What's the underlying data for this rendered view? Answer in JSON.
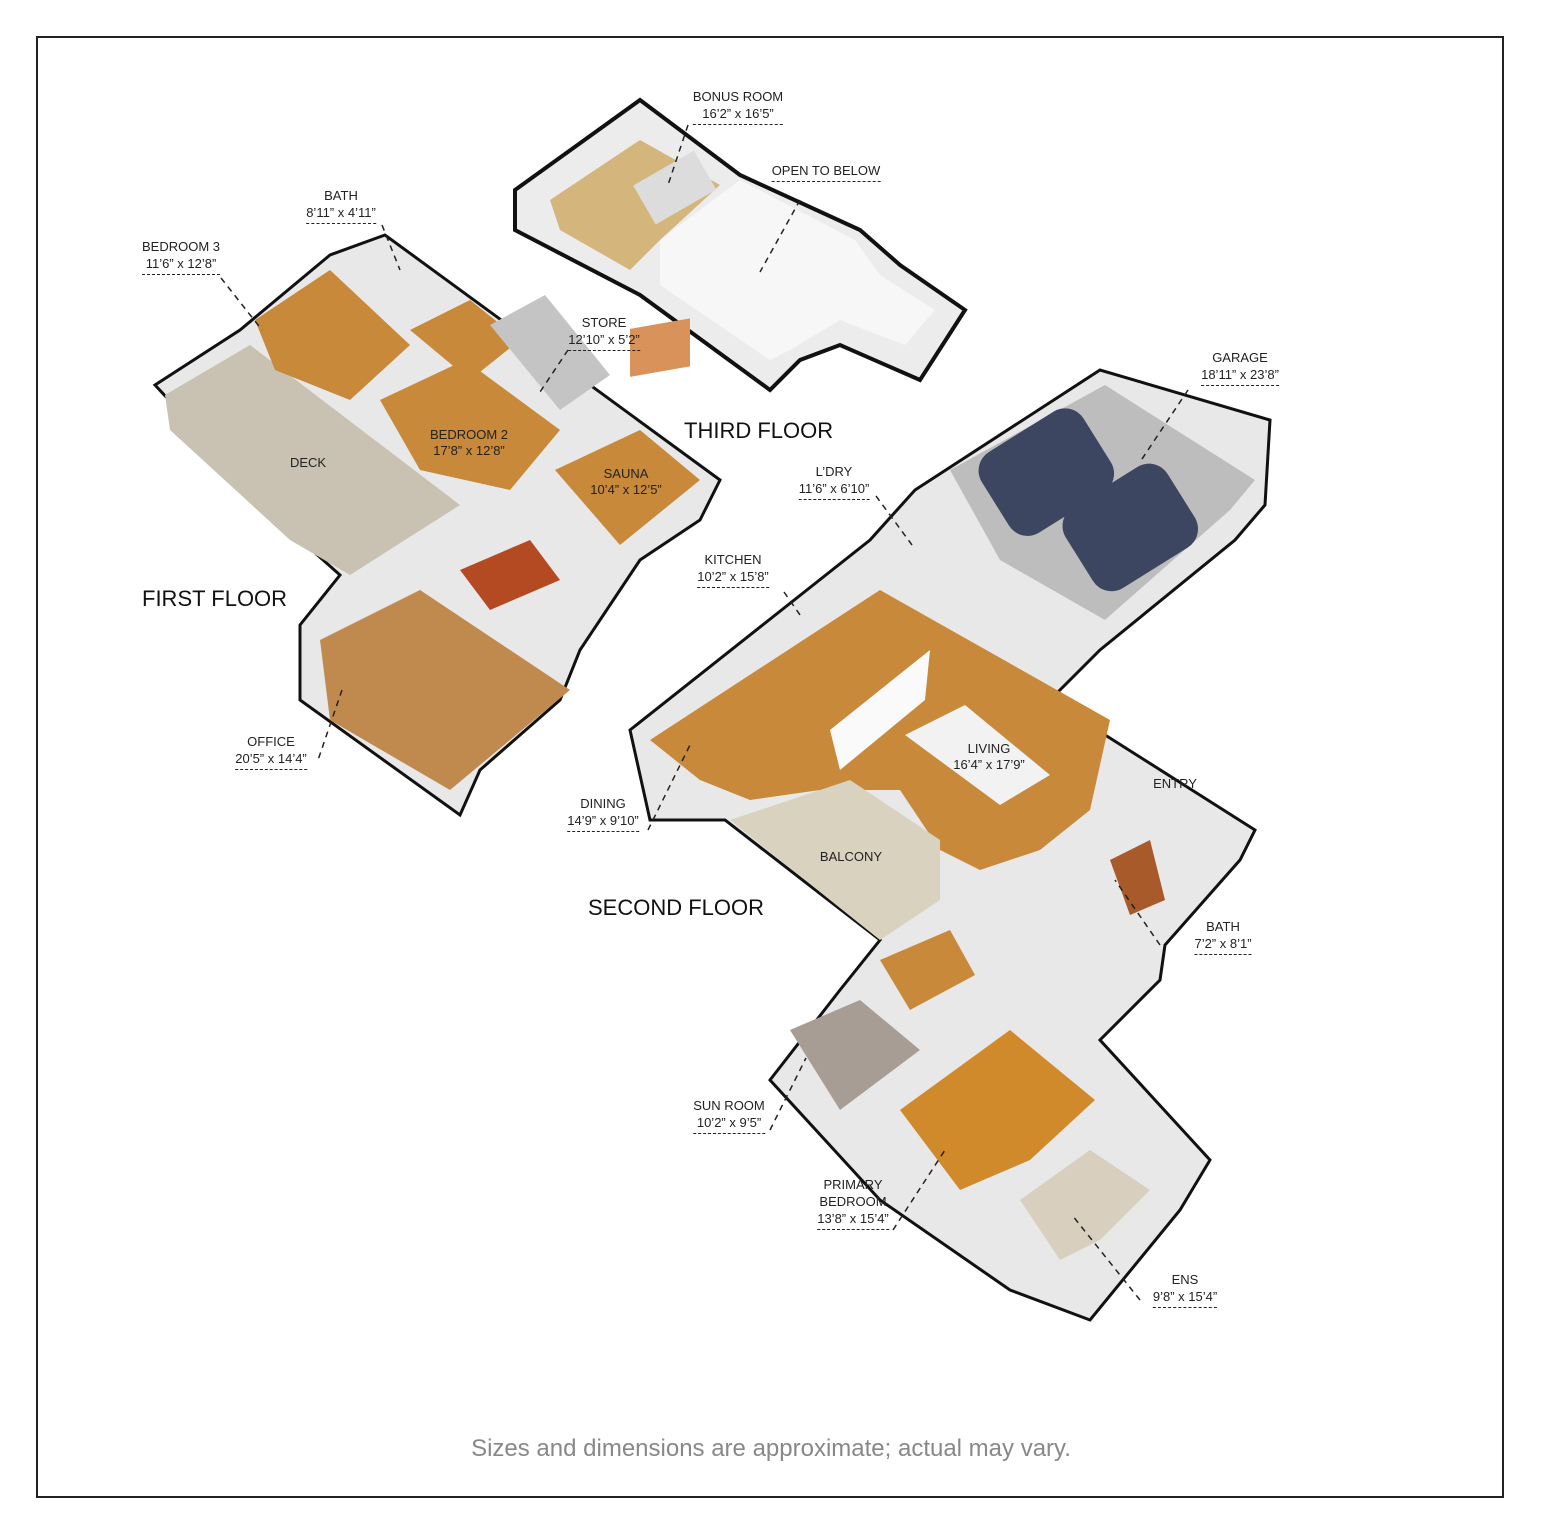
{
  "floors": {
    "first": "FIRST FLOOR",
    "second": "SECOND FLOOR",
    "third": "THIRD FLOOR"
  },
  "rooms": {
    "bonus_room": {
      "name": "BONUS ROOM",
      "dim": "16’2” x 16’5”"
    },
    "open_to_below": {
      "name": "OPEN TO BELOW"
    },
    "bath_first": {
      "name": "BATH",
      "dim": "8’11” x 4’11”"
    },
    "bedroom3": {
      "name": "BEDROOM 3",
      "dim": "11’6” x 12’8”"
    },
    "store": {
      "name": "STORE",
      "dim": "12’10” x 5’2”"
    },
    "bedroom2": {
      "name": "BEDROOM 2",
      "dim": "17’8” x 12’8”"
    },
    "deck": {
      "name": "DECK"
    },
    "sauna": {
      "name": "SAUNA",
      "dim": "10’4” x 12’5”"
    },
    "office": {
      "name": "OFFICE",
      "dim": "20’5” x 14’4”"
    },
    "garage": {
      "name": "GARAGE",
      "dim": "18’11” x 23’8”"
    },
    "laundry": {
      "name": "L’DRY",
      "dim": "11’6” x 6’10”"
    },
    "kitchen": {
      "name": "KITCHEN",
      "dim": "10’2” x 15’8”"
    },
    "living": {
      "name": "LIVING",
      "dim": "16’4” x 17’9”"
    },
    "entry": {
      "name": "ENTRY"
    },
    "dining": {
      "name": "DINING",
      "dim": "14’9” x 9’10”"
    },
    "balcony": {
      "name": "BALCONY"
    },
    "bath_second": {
      "name": "BATH",
      "dim": "7’2” x 8’1”"
    },
    "sun_room": {
      "name": "SUN ROOM",
      "dim": "10’2” x 9’5”"
    },
    "primary_bedroom": {
      "name": "PRIMARY BEDROOM",
      "name_l1": "PRIMARY",
      "name_l2": "BEDROOM",
      "dim": "13’8” x 15’4”"
    },
    "ens": {
      "name": "ENS",
      "dim": "9’8” x 15’4”"
    }
  },
  "disclaimer": "Sizes and dimensions are approximate; actual may vary.",
  "colors": {
    "wood_floor": "#c8893a",
    "deck_floor": "#c9c2b2",
    "wall": "#e6e6e6",
    "wall_top": "#111111",
    "garage_floor": "#bdbdbd",
    "car": "#3c4660",
    "balcony_floor": "#d8d2bf",
    "disclaimer_text": "#888888"
  }
}
